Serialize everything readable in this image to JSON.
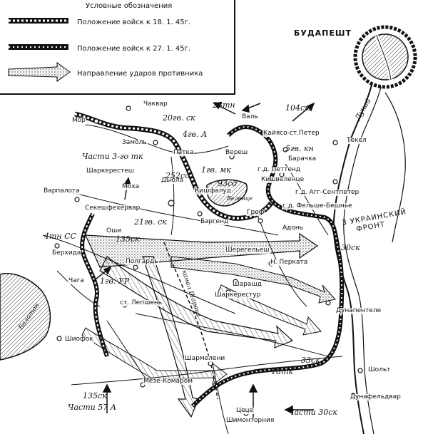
{
  "legend": {
    "title": "Условные обозначения",
    "items": [
      {
        "label": "Положение войск к 18. 1. 45г."
      },
      {
        "label": "Положение войск к 27. 1. 45г."
      },
      {
        "label": "Направление ударов противника"
      }
    ]
  },
  "cities": {
    "budapest": "БУДАПЕШТ"
  },
  "places": {
    "chakvar": "Чаквар",
    "mor": "Мор",
    "zamol": "Замоль",
    "patka": "Патка",
    "veresh": "Вереш",
    "val": "Валь",
    "kajasd": "Кайясо-ст.Петер",
    "barachka": "Барачка",
    "tekel": "Текел",
    "sharkeresztesh": "Шаркерестеш",
    "dyula": "Дьюла",
    "mozha": "Моха",
    "kishfalud": "Кишфалуд",
    "kishvelents": "Кишвеленце",
    "pettend": "г.д. Петтенд",
    "agg": "г.д. Агг-Сентпетер",
    "felshe": "г.д. Фельше-Бешнье",
    "varpalota": "Варпалота",
    "szekesfehervar": "Секешфехервар",
    "grof": "Гроф",
    "bergend": "Бэргенд",
    "oshi": "Оши",
    "adon": "Адонь",
    "berhida": "Берхида",
    "poligard": "Полгардь",
    "sheregelyesh": "Шерегельеш",
    "perkata": "Н. Перката",
    "chaga": "Чага",
    "sharashd": "Шарашд",
    "sharkeresztur": "Шаркерестур",
    "lepshen": "ст. Лепшень",
    "dunapentele": "Дунапентеле",
    "shiofok": "Шиофок",
    "sharmeleni": "Шармелени",
    "mezekomarom": "Мезе-Комаром",
    "sholt": "Шольт",
    "dunafeldvar": "Дунафельдвар",
    "tsetse": "Цеце",
    "shimontornya": "Шимонторния"
  },
  "units": {
    "g20sk": "20гв. ск",
    "tn23": "23тн",
    "sk104": "104ск",
    "gA4": "4гв. А",
    "tn3": "Части 3-го тк",
    "mk1": "1гв. мк",
    "sd252": "252сд",
    "sd93": "93сд",
    "kn5": "5гв. кн",
    "sk21": "21гв. ск",
    "sk135a": "135ск",
    "tn4": "4тн СС",
    "ur1": "1гв. УР",
    "sk135b": "135ск",
    "tk18": "18тк",
    "sk33": "33ск",
    "sk30a": "30ск",
    "a57": "Части 57 А",
    "sk30b": "Части 30ск"
  },
  "features": {
    "front": [
      "3 УКРАИНСКИЙ",
      "ФРОНТ"
    ],
    "danube": "Дунай",
    "canal": "канал Шарвиз",
    "lake": "Балатон",
    "velence": "Веленце"
  },
  "colors": {
    "ink": "#111111",
    "paper": "#ffffff",
    "hatch": "#555555"
  }
}
